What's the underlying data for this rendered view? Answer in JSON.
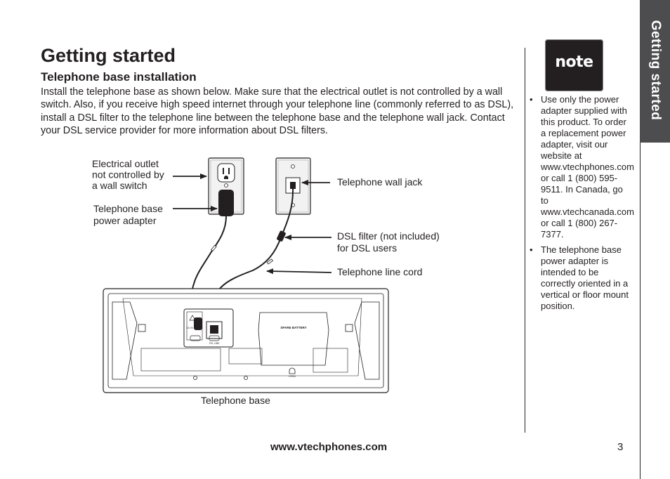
{
  "section_tab": "Getting started",
  "title": "Getting started",
  "subtitle": "Telephone base installation",
  "intro": "Install the telephone base as shown below. Make sure that the electrical outlet is not controlled by a wall switch. Also, if you receive high speed internet through your telephone line (commonly referred to as DSL), install a DSL filter to the telephone line between the telephone base and the telephone wall jack. Contact your DSL service provider for more information about DSL filters.",
  "diagram": {
    "labels": {
      "outlet": [
        "Electrical outlet",
        "not controlled by",
        "a wall switch"
      ],
      "adapter": [
        "Telephone base",
        "power adapter"
      ],
      "wall_jack": "Telephone wall jack",
      "dsl_filter": [
        "DSL filter (not included)",
        "for DSL users"
      ],
      "line_cord": "Telephone line cord",
      "base": "Telephone base"
    },
    "base_markings": {
      "spare_battery": "SPARE BATTERY",
      "open": "OPEN",
      "dc_in": "DC IN",
      "tel_line": "TEL LINE"
    }
  },
  "note": {
    "badge": "note",
    "items": [
      "Use only the power adapter supplied with this product. To order a replacement power adapter, visit our website at www.vtechphones.com or call 1 (800) 595-9511. In Canada, go to www.vtechcanada.com or call 1 (800) 267-7377.",
      "The telephone base power adapter is intended to be correctly oriented in a vertical or floor mount position."
    ]
  },
  "footer": {
    "url": "www.vtechphones.com",
    "page": "3"
  },
  "colors": {
    "tab_background": "#4d4d4f",
    "text": "#231f20"
  }
}
